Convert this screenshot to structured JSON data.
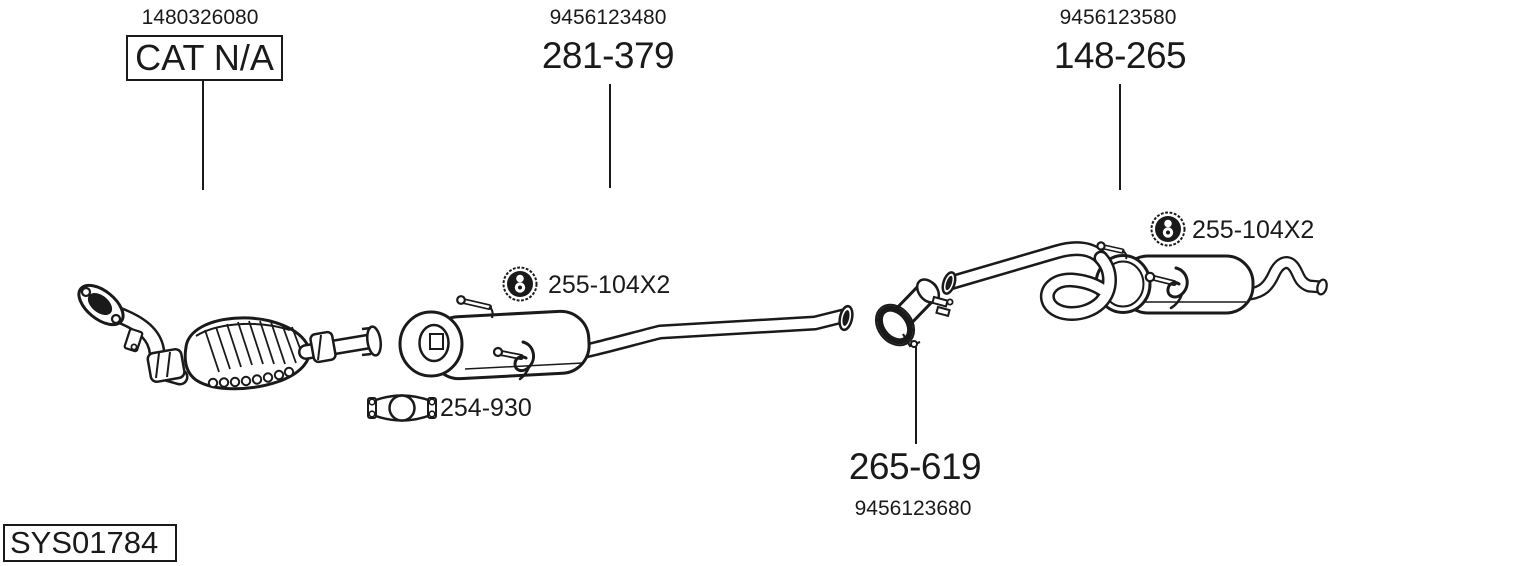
{
  "diagram": {
    "system_code": "SYS01784",
    "background": "#ffffff",
    "line_color": "#1a1a1a",
    "callouts": {
      "catalyst": {
        "oe_number": "1480326080",
        "part_number": "CAT N/A"
      },
      "middle_muffler": {
        "oe_number": "9456123480",
        "part_number": "281-379"
      },
      "rear_muffler": {
        "oe_number": "9456123580",
        "part_number": "148-265"
      },
      "connector": {
        "part_number": "265-619",
        "oe_number": "9456123680"
      },
      "clamp": {
        "part_number": "254-930"
      },
      "hanger_front": {
        "part_number": "255-104X2"
      },
      "hanger_rear": {
        "part_number": "255-104X2"
      }
    }
  }
}
